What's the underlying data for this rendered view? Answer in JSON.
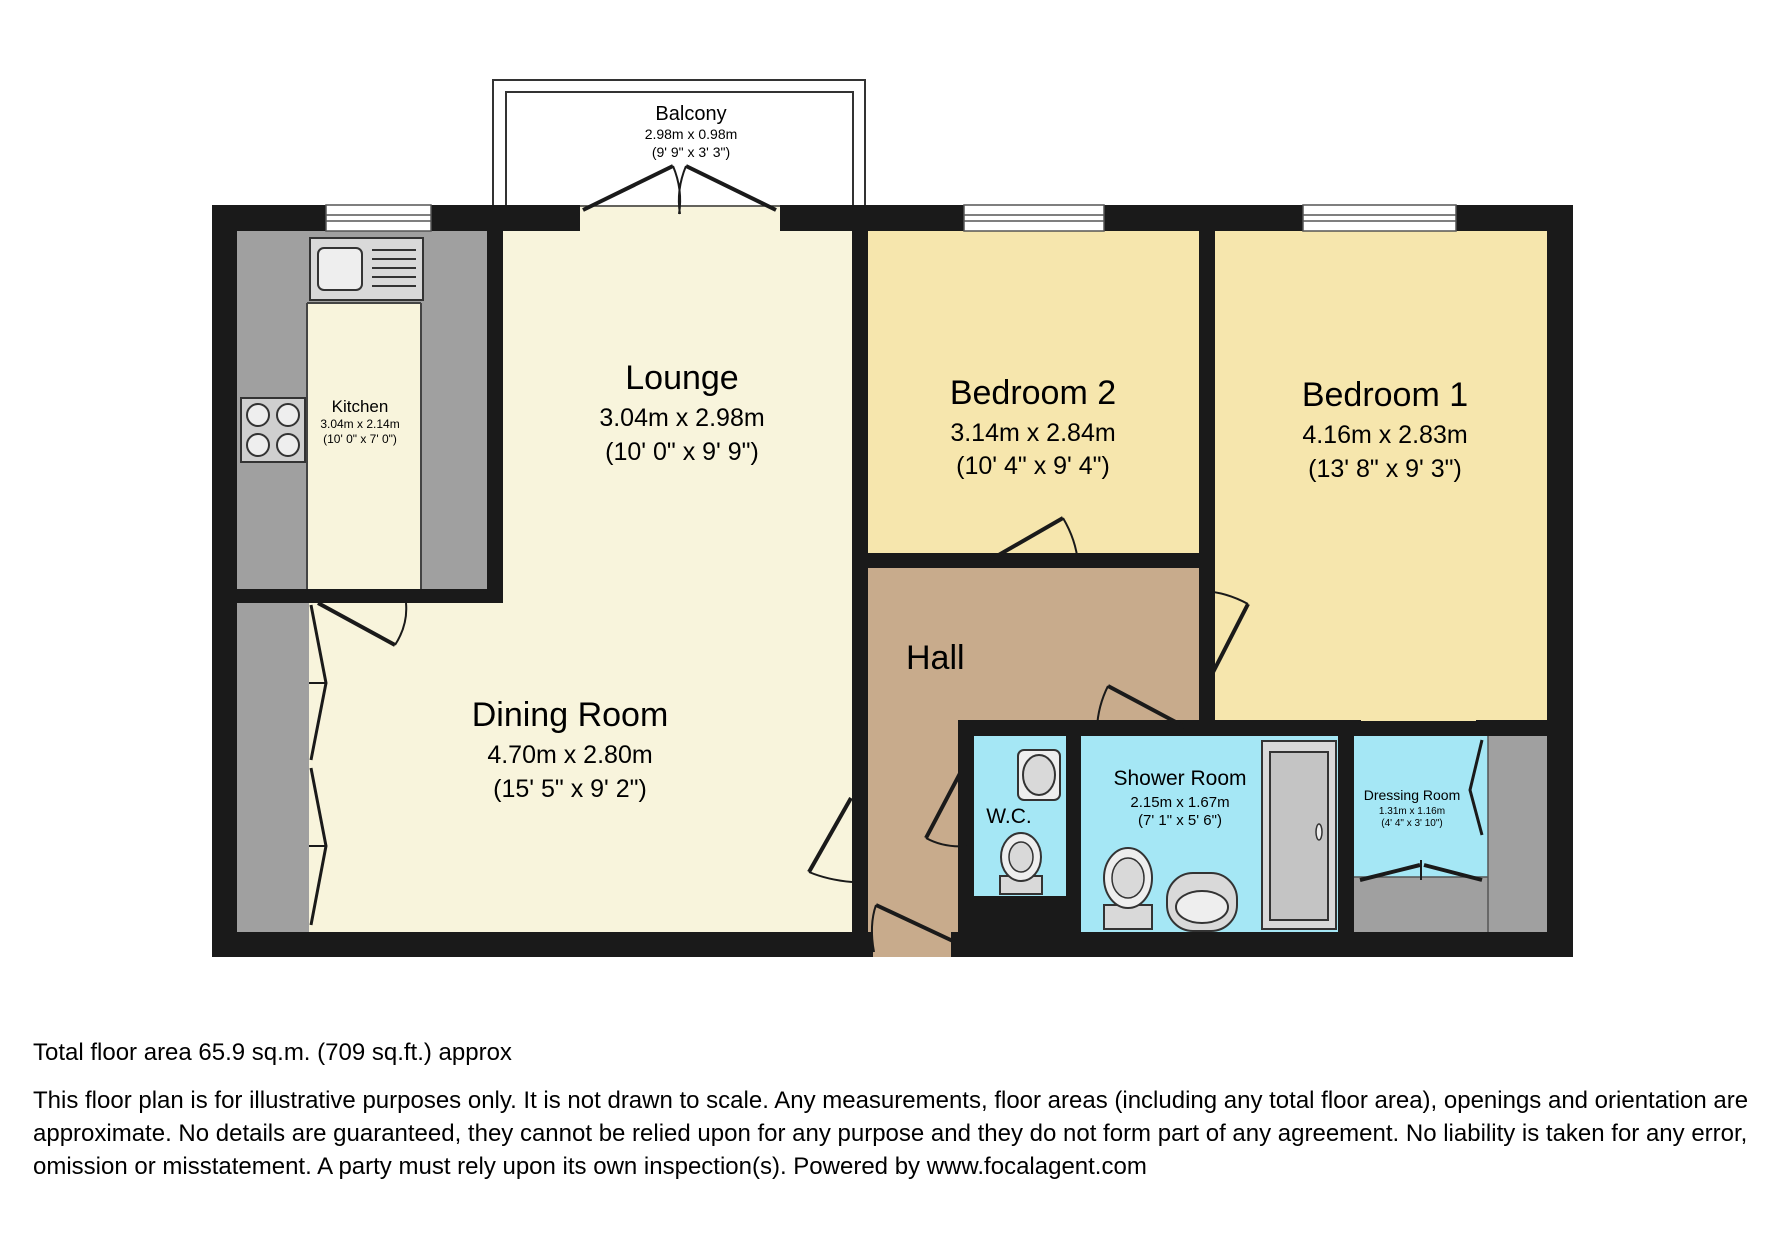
{
  "balcony": {
    "name": "Balcony",
    "metric": "2.98m x 0.98m",
    "imperial": "(9' 9\" x 3' 3\")"
  },
  "lounge": {
    "name": "Lounge",
    "metric": "3.04m x 2.98m",
    "imperial": "(10' 0\" x 9' 9\")"
  },
  "bedroom2": {
    "name": "Bedroom 2",
    "metric": "3.14m x 2.84m",
    "imperial": "(10' 4\" x 9' 4\")"
  },
  "bedroom1": {
    "name": "Bedroom 1",
    "metric": "4.16m x 2.83m",
    "imperial": "(13' 8\" x 9' 3\")"
  },
  "kitchen": {
    "name": "Kitchen",
    "metric": "3.04m x 2.14m",
    "imperial": "(10' 0\" x 7' 0\")"
  },
  "dining": {
    "name": "Dining Room",
    "metric": "4.70m x 2.80m",
    "imperial": "(15' 5\" x 9' 2\")"
  },
  "hall": {
    "name": "Hall"
  },
  "wc": {
    "name": "W.C."
  },
  "shower": {
    "name": "Shower Room",
    "metric": "2.15m x 1.67m",
    "imperial": "(7' 1\" x 5' 6\")"
  },
  "dressing": {
    "name": "Dressing Room",
    "metric": "1.31m x 1.16m",
    "imperial": "(4' 4\" x 3' 10\")"
  },
  "footer": {
    "total_area": "Total floor area 65.9 sq.m. (709 sq.ft.) approx",
    "disclaimer": "This floor plan is for illustrative purposes only. It is not drawn to scale. Any measurements, floor areas (including any total floor area), openings and orientation are approximate. No details are guaranteed, they cannot be relied upon for any purpose and they do not form part of any agreement. No liability is taken for any error, omission or misstatement. A party must rely upon its own inspection(s). Powered by www.focalagent.com"
  },
  "colors": {
    "wall": "#1a1a1a",
    "lounge_fill": "#f8f4dc",
    "bedroom_fill": "#f6e6ad",
    "hall_fill": "#c8ab8c",
    "wet_room_fill": "#a5e7f5",
    "fitted_units": "#a0a0a0"
  }
}
